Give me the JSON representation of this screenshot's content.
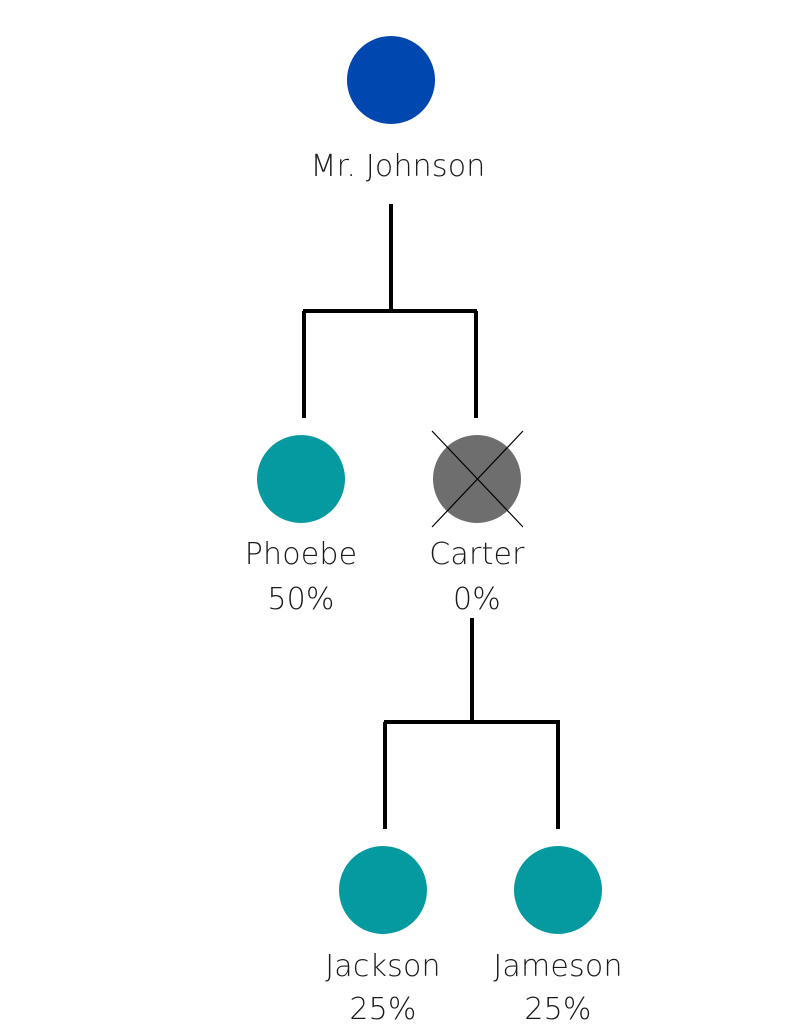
{
  "colors": {
    "root": "#0047B0",
    "living": "#049A9F",
    "deceased": "#6E6E6E",
    "lines": "#000000"
  },
  "people": {
    "root": {
      "name": "Mr. Johnson"
    },
    "phoebe": {
      "name": "Phoebe",
      "share": "50%"
    },
    "carter": {
      "name": "Carter",
      "share": "0%",
      "deceased": true
    },
    "jackson": {
      "name": "Jackson",
      "share": "25%"
    },
    "jameson": {
      "name": "Jameson",
      "share": "25%"
    }
  }
}
